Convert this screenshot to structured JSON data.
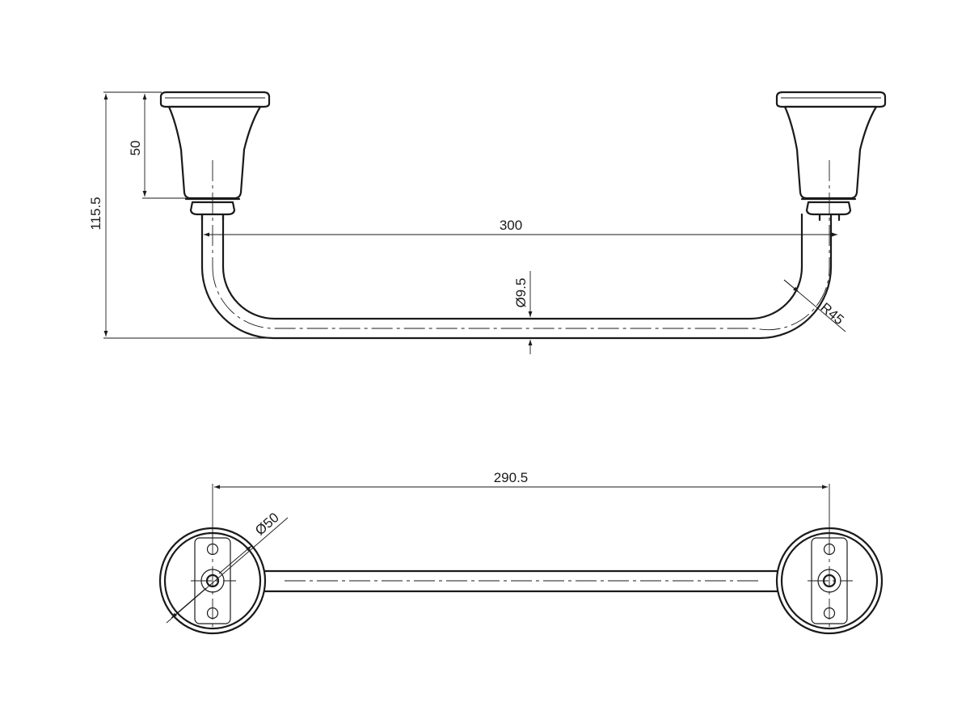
{
  "dimensions": {
    "height_total": "115.5",
    "bracket_height": "50",
    "bar_length": "300",
    "bar_diameter": "Ø9.5",
    "bend_radius": "R45",
    "centre_distance": "290.5",
    "flange_diameter": "Ø50"
  },
  "colors": {
    "line": "#1a1a1a",
    "background": "#ffffff"
  }
}
